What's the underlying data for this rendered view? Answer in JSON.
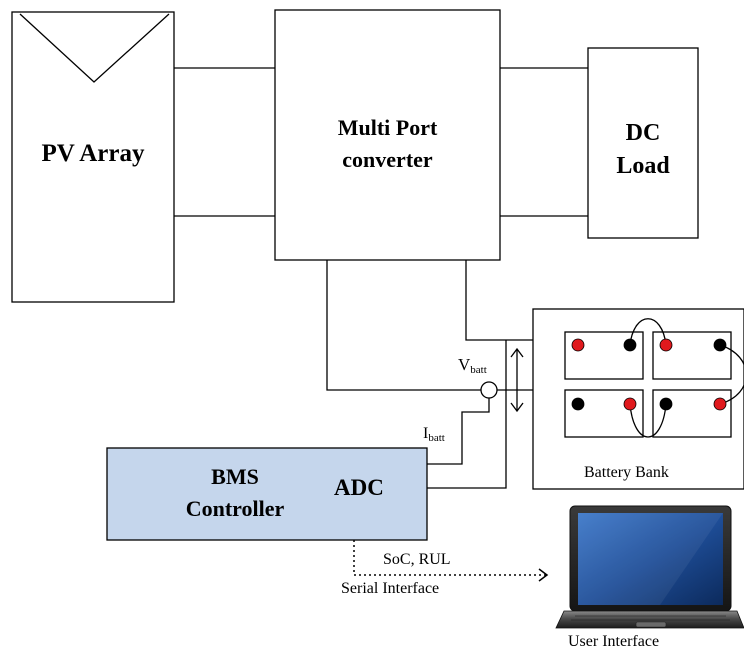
{
  "pv_array": {
    "label": "PV Array"
  },
  "converter": {
    "line1": "Multi Port",
    "line2": "converter"
  },
  "dc_load": {
    "line1": "DC",
    "line2": "Load"
  },
  "bms": {
    "line1": "BMS",
    "line2": "Controller",
    "adc_label": "ADC",
    "fill_color": "#c5d6ec"
  },
  "sensors": {
    "voltage_main": "V",
    "voltage_sub": "batt",
    "current_main": "I",
    "current_sub": "batt"
  },
  "battery_bank": {
    "label": "Battery Bank",
    "positive_terminal_color": "#e0191d",
    "negative_terminal_color": "#000000"
  },
  "link": {
    "data_label": "SoC, RUL",
    "interface_label": "Serial Interface"
  },
  "laptop": {
    "label": "User Interface"
  }
}
